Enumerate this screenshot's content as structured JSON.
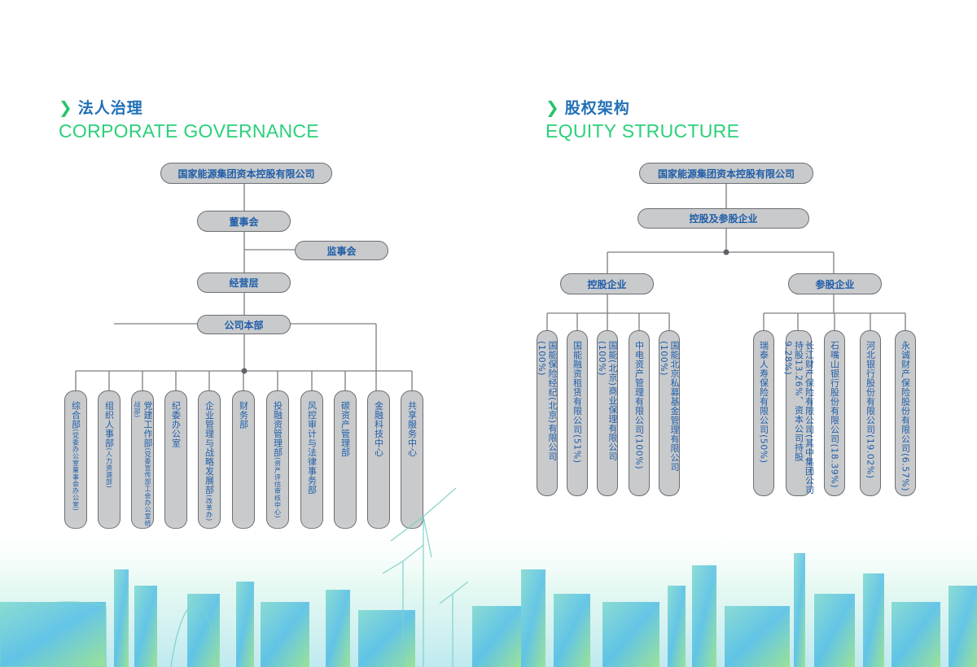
{
  "governance": {
    "title_cn": "法人治理",
    "title_en": "CORPORATE GOVERNANCE",
    "top": "国家能源集团资本控股有限公司",
    "board": "董事会",
    "supervisory": "监事会",
    "management": "经营层",
    "hq": "公司本部",
    "departments": [
      {
        "main": "综合部",
        "sub": "(党委办公室董事会办公室)"
      },
      {
        "main": "组织人事部",
        "sub": "(人力资源部)"
      },
      {
        "main": "党建工作部",
        "sub": "(党委宣传部工会办公室统战部)"
      },
      {
        "main": "纪委办公室",
        "sub": ""
      },
      {
        "main": "企业管理与战略发展部",
        "sub": "(改革办)"
      },
      {
        "main": "财务部",
        "sub": ""
      },
      {
        "main": "投融资管理部",
        "sub": "(资产评估审核中心)"
      },
      {
        "main": "风控审计与法律事务部",
        "sub": ""
      },
      {
        "main": "碳资产管理部",
        "sub": ""
      },
      {
        "main": "金融科技中心",
        "sub": ""
      },
      {
        "main": "共享服务中心",
        "sub": ""
      }
    ]
  },
  "equity": {
    "title_cn": "股权架构",
    "title_en": "EQUITY STRUCTURE",
    "top": "国家能源集团资本控股有限公司",
    "holding_all": "控股及参股企业",
    "holding": "控股企业",
    "participating": "参股企业",
    "holding_companies": [
      "国能保险经纪(北京)有限公司(100%)",
      "国能融资租赁有限公司(51%)",
      "国能(北京)商业保理有限公司(100%)",
      "中电资产管理有限公司(100%)",
      "国能北京私募基金管理有限公司(100%)"
    ],
    "participating_companies": [
      "瑞泰人寿保险有限公司(50%)",
      "长江财产保险有限公司(其中集团公司持股13.26%、资本公司持股9.28%)",
      "石嘴山银行股份有限公司(18.39%)",
      "河北银行股份有限公司(19.02%)",
      "永诚财产保险股份有限公司(6.57%)"
    ]
  },
  "colors": {
    "accent_blue": "#1f5ea8",
    "accent_green": "#2bd07a",
    "pill_fill": "#c9cacc"
  }
}
